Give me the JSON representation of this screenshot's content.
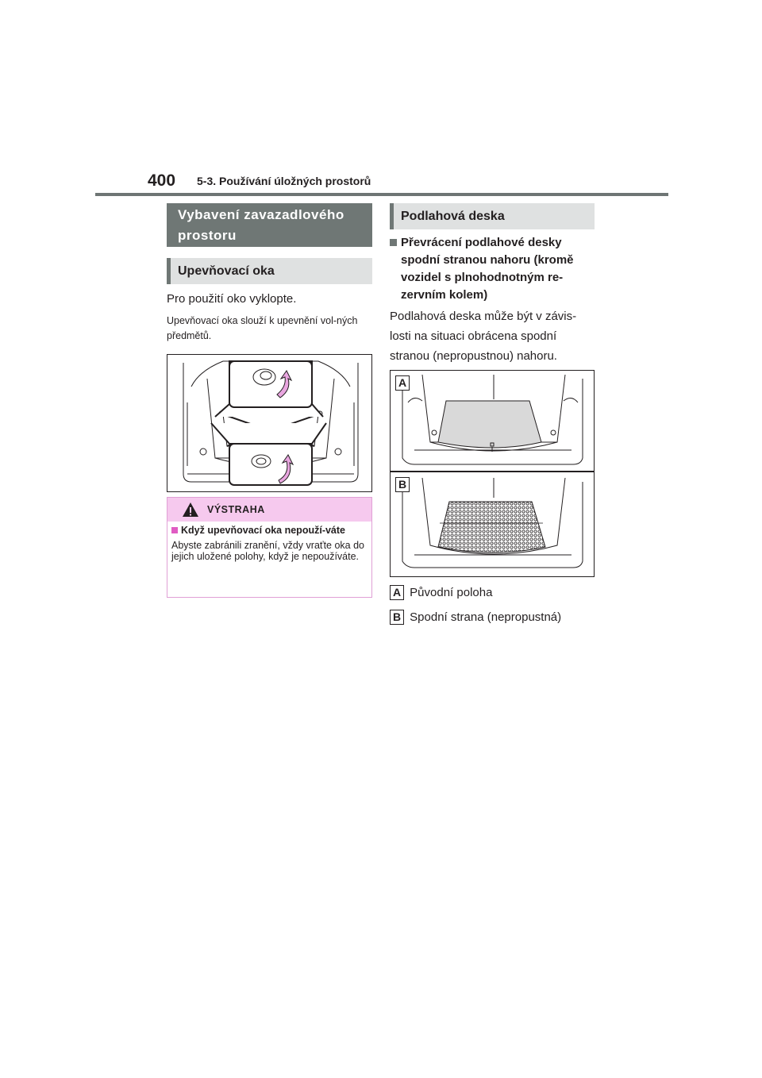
{
  "header": {
    "page_number": "400",
    "chapter": "5-3. Používání úložných prostorů"
  },
  "left": {
    "section_heading": "Vybavení zavazadlového prostoru",
    "sub_heading": "Upevňovací oka",
    "instruction": "Pro použití oko vyklopte.",
    "note": "Upevňovací oka slouží k upevnění vol-ných předmětů.",
    "warning": {
      "title": "VÝSTRAHA",
      "item_title": "Když upevňovací oka nepouží-váte",
      "item_text": "Abyste zabránili zranění, vždy vraťte oka do jejich uložené polohy, když je nepoužíváte."
    }
  },
  "right": {
    "section_heading": "Podlahová deska",
    "item_title": "Převrácení podlahové desky spodní stranou nahoru (kromě vozidel s plnohodnotným re-zervním kolem)",
    "paragraph": "Podlahová deska může být v závis-losti na situaci obrácena spodní stranou (nepropustnou) nahoru.",
    "figure_labels": [
      "A",
      "B"
    ],
    "legend": [
      {
        "label": "A",
        "text": "Původní poloha"
      },
      {
        "label": "B",
        "text": "Spodní strana (nepropustná)"
      }
    ]
  },
  "colors": {
    "heading_dark": "#6f7775",
    "heading_light": "#dfe1e1",
    "warning_bg": "#f6c9ee",
    "warning_accent": "#e05cc3",
    "arrow_pink": "#e9a6e0"
  },
  "icons": [
    "warning-triangle-icon",
    "square-bullet-icon",
    "rotate-arrow-icon"
  ]
}
